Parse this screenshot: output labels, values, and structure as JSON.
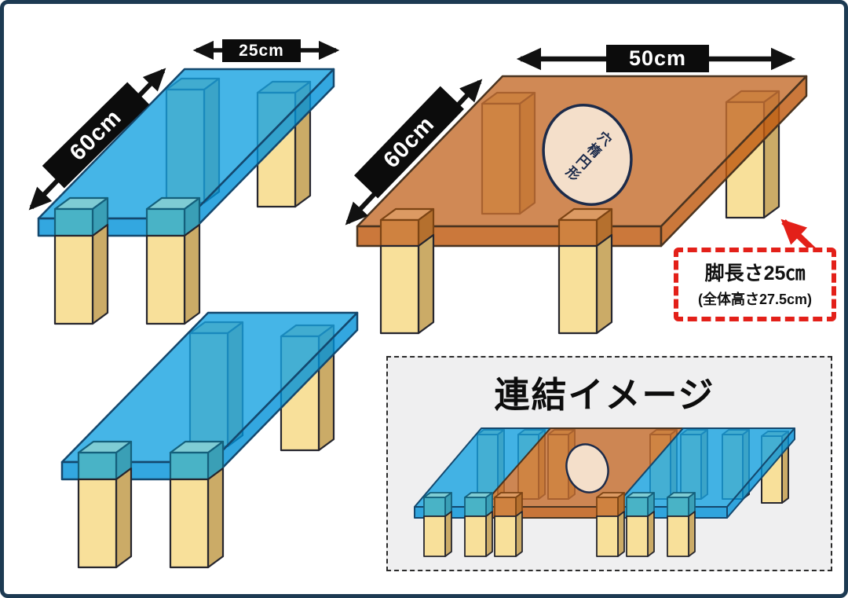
{
  "diagram": {
    "description": "Low table set dimension diagram with connection image",
    "labels": {
      "small_width": "25cm",
      "small_depth": "60cm",
      "large_width": "50cm",
      "large_depth": "60cm"
    },
    "hole": {
      "label": "穴楕円形"
    },
    "leg_note": {
      "line1": "脚長さ25㎝",
      "line2": "(全体高さ27.5cm)"
    },
    "panel": {
      "title": "連結イメージ"
    },
    "colors": {
      "table_blue": "#45b5e7",
      "table_blue_edge": "#2aa7e0",
      "table_orange": "#d08d5a",
      "table_orange_edge": "#d0752e",
      "leg_tan": "#f8e09a",
      "hole_cream": "#f4dfca",
      "accent_red": "#e32019",
      "frame_navy": "#1d3a52",
      "panel_gray": "#efeff0",
      "label_black": "#0c0c0c"
    }
  }
}
